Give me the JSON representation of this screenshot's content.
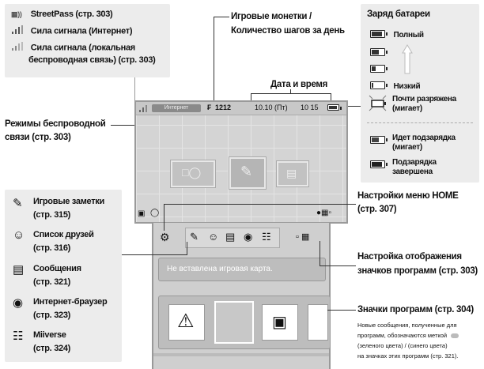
{
  "top_left_box": {
    "items": [
      {
        "icon": "streetpass-icon",
        "label": "StreetPass (стр. 303)"
      },
      {
        "icon": "signal-internet-icon",
        "label": "Сила сигнала (Интернет)"
      },
      {
        "icon": "signal-local-icon",
        "label": "Сила сигнала (локальная"
      },
      {
        "label": "беспроводная связь) (стр. 303)"
      }
    ]
  },
  "callouts": {
    "coins_line1": "Игровые монетки /",
    "coins_line2": "Количество шагов за день",
    "datetime": "Дата и время",
    "wireless_line1": "Режимы беспроводной",
    "wireless_line2": "связи (стр. 303)",
    "home_settings_line1": "Настройки меню HOME",
    "home_settings_line2": "(стр. 307)",
    "icon_display_line1": "Настройка отображения",
    "icon_display_line2": "значков программ (стр. 303)",
    "app_icons_title": "Значки программ (стр. 304)",
    "app_icons_note1": "Новые сообщения, полученные для",
    "app_icons_note2": "программ, обозначаются меткой",
    "app_icons_note3": "(зеленого цвета) / (синего цвета)",
    "app_icons_note4": "на значках этих программ (стр. 321)."
  },
  "battery_box": {
    "title": "Заряд батареи",
    "levels": [
      {
        "label": "Полный",
        "fill": 1.0
      },
      {
        "label": "",
        "fill": 0.66
      },
      {
        "label": "",
        "fill": 0.33
      },
      {
        "label": "Низкий",
        "fill": 0.15
      },
      {
        "label": "Почти разряжена",
        "label2": "(мигает)",
        "fill": 0.05
      }
    ],
    "charging": [
      {
        "label": "Идет подзарядка",
        "label2": "(мигает)"
      },
      {
        "label": "Подзарядка",
        "label2": "завершена"
      }
    ]
  },
  "top_screen": {
    "mode_text": "Интернет",
    "coins": "1212",
    "date": "10.10 (Пт)",
    "time": "10 15"
  },
  "bottom_screen": {
    "message": "Не вставлена игровая карта."
  },
  "left_box": {
    "items": [
      {
        "icon": "pencil-icon",
        "label": "Игровые заметки",
        "page": "(стр. 315)"
      },
      {
        "icon": "smiley-icon",
        "label": "Список друзей",
        "page": "(стр. 316)"
      },
      {
        "icon": "message-icon",
        "label": "Сообщения",
        "page": "(стр. 321)"
      },
      {
        "icon": "globe-icon",
        "label": "Интернет-браузер",
        "page": "(стр. 323)"
      },
      {
        "icon": "miiverse-icon",
        "label": "Miiverse",
        "page": "(стр. 324)"
      }
    ]
  },
  "colors": {
    "panel": "#ececec",
    "screen": "#d4d4d4",
    "ink": "#111111"
  }
}
